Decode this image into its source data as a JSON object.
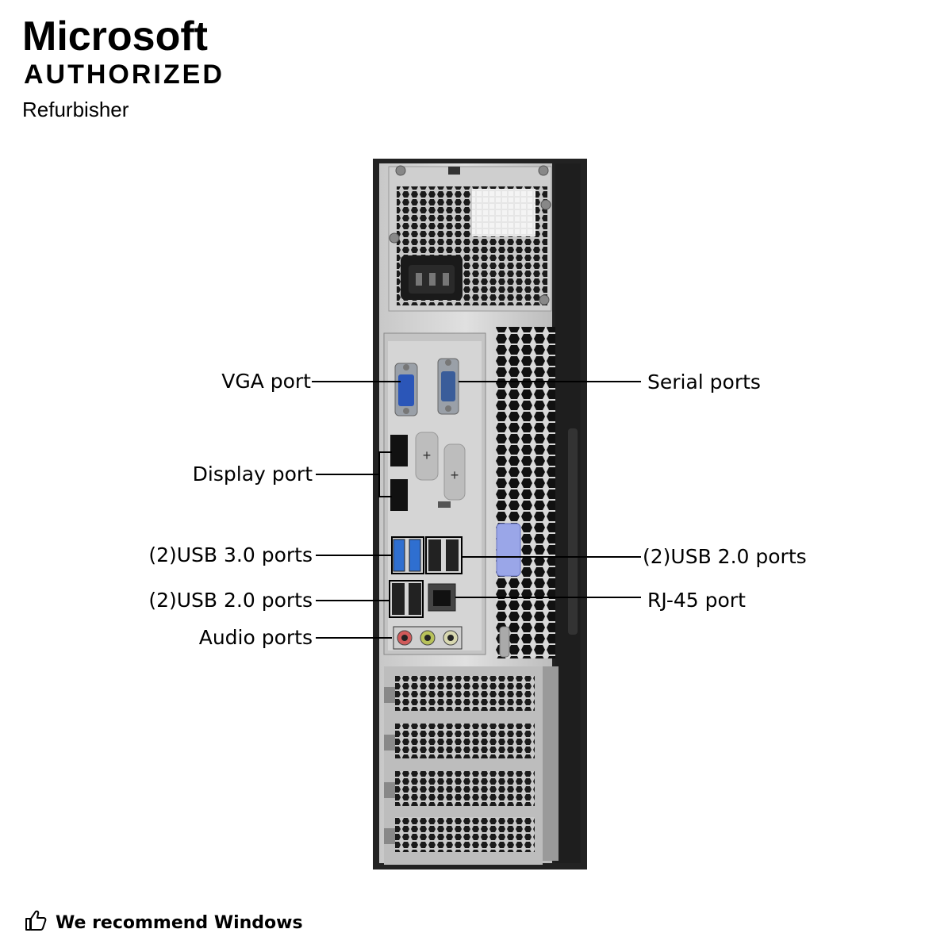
{
  "badge": {
    "line1": "Microsoft",
    "line2": "AUTHORIZED",
    "line3": "Refurbisher"
  },
  "labels": {
    "vga": "VGA port",
    "serial": "Serial ports",
    "display": "Display port",
    "usb3": "(2)USB 3.0 ports",
    "usb2_right": "(2)USB 2.0 ports",
    "usb2_left": "(2)USB 2.0 ports",
    "rj45": "RJ-45 port",
    "audio": "Audio ports"
  },
  "footer": {
    "text": "We recommend Windows"
  },
  "colors": {
    "usb3": "#2f6fd0",
    "clip": "#9aa6e8",
    "audio_pink": "#d05a5a",
    "audio_green": "#b8c25a"
  },
  "icons": [
    "thumbs-up-icon"
  ]
}
